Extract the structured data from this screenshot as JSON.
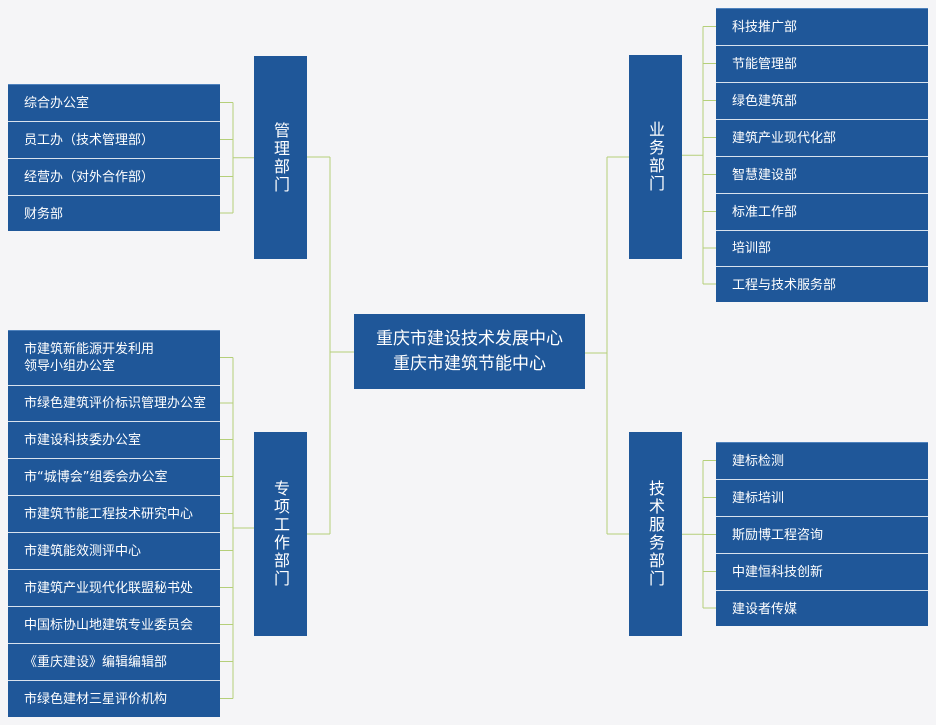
{
  "center": {
    "line1": "重庆市建设技术发展中心",
    "line2": "重庆市建筑节能中心"
  },
  "departments": {
    "management": {
      "label": "管理部门",
      "items": [
        "综合办公室",
        "员工办（技术管理部）",
        "经营办（对外合作部）",
        "财务部"
      ]
    },
    "special": {
      "label": "专项工作部门",
      "items": [
        "市建筑新能源开发利用\n领导小组办公室",
        "市绿色建筑评价标识管理办公室",
        "市建设科技委办公室",
        "市“城博会”组委会办公室",
        "市建筑节能工程技术研究中心",
        "市建筑能效测评中心",
        "市建筑产业现代化联盟秘书处",
        "中国标协山地建筑专业委员会",
        "《重庆建设》编辑编辑部",
        "市绿色建材三星评价机构"
      ]
    },
    "business": {
      "label": "业务部门",
      "items": [
        "科技推广部",
        "节能管理部",
        "绿色建筑部",
        "建筑产业现代化部",
        "智慧建设部",
        "标准工作部",
        "培训部",
        "工程与技术服务部"
      ]
    },
    "tech_service": {
      "label": "技术服务部门",
      "items": [
        "建标检测",
        "建标培训",
        "斯励博工程咨询",
        "中建恒科技创新",
        "建设者传媒"
      ]
    }
  },
  "colors": {
    "box_fill": "#1f5799",
    "connector": "#b5cf7a",
    "background": "#f5f5f7"
  }
}
